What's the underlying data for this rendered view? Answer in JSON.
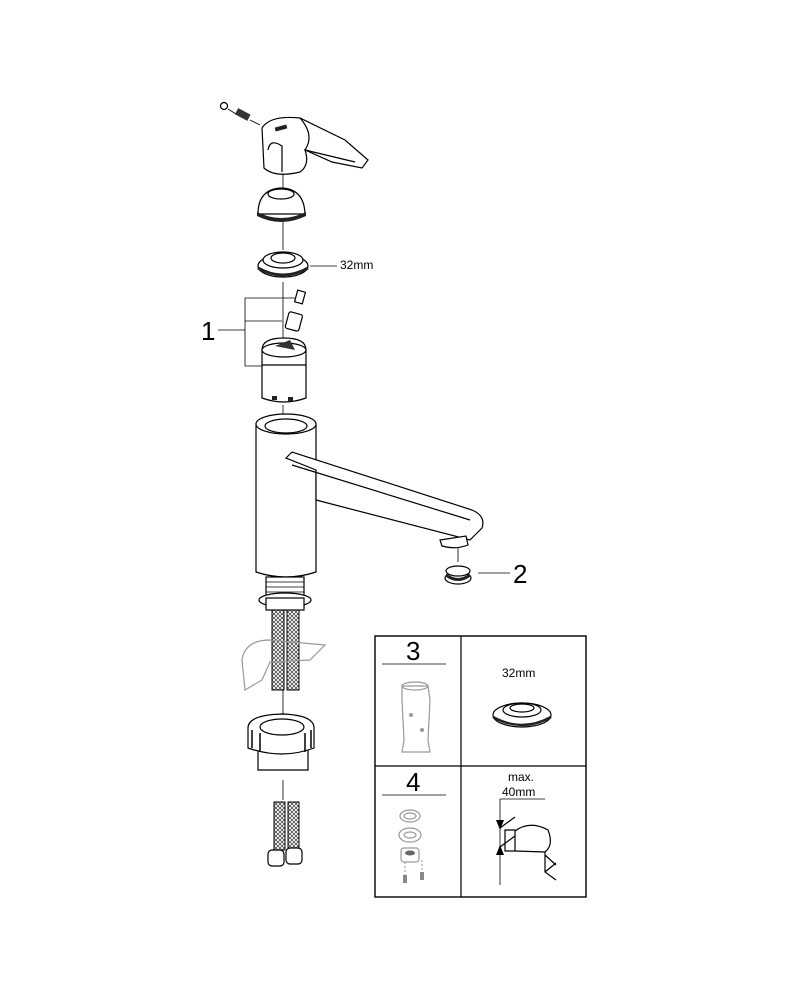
{
  "callouts": {
    "nut_size": "32mm",
    "part_1": "1",
    "part_2": "2"
  },
  "inset": {
    "part_3": "3",
    "part_3_nut_size": "32mm",
    "part_4": "4",
    "max_label": "max.",
    "max_thickness": "40mm"
  }
}
